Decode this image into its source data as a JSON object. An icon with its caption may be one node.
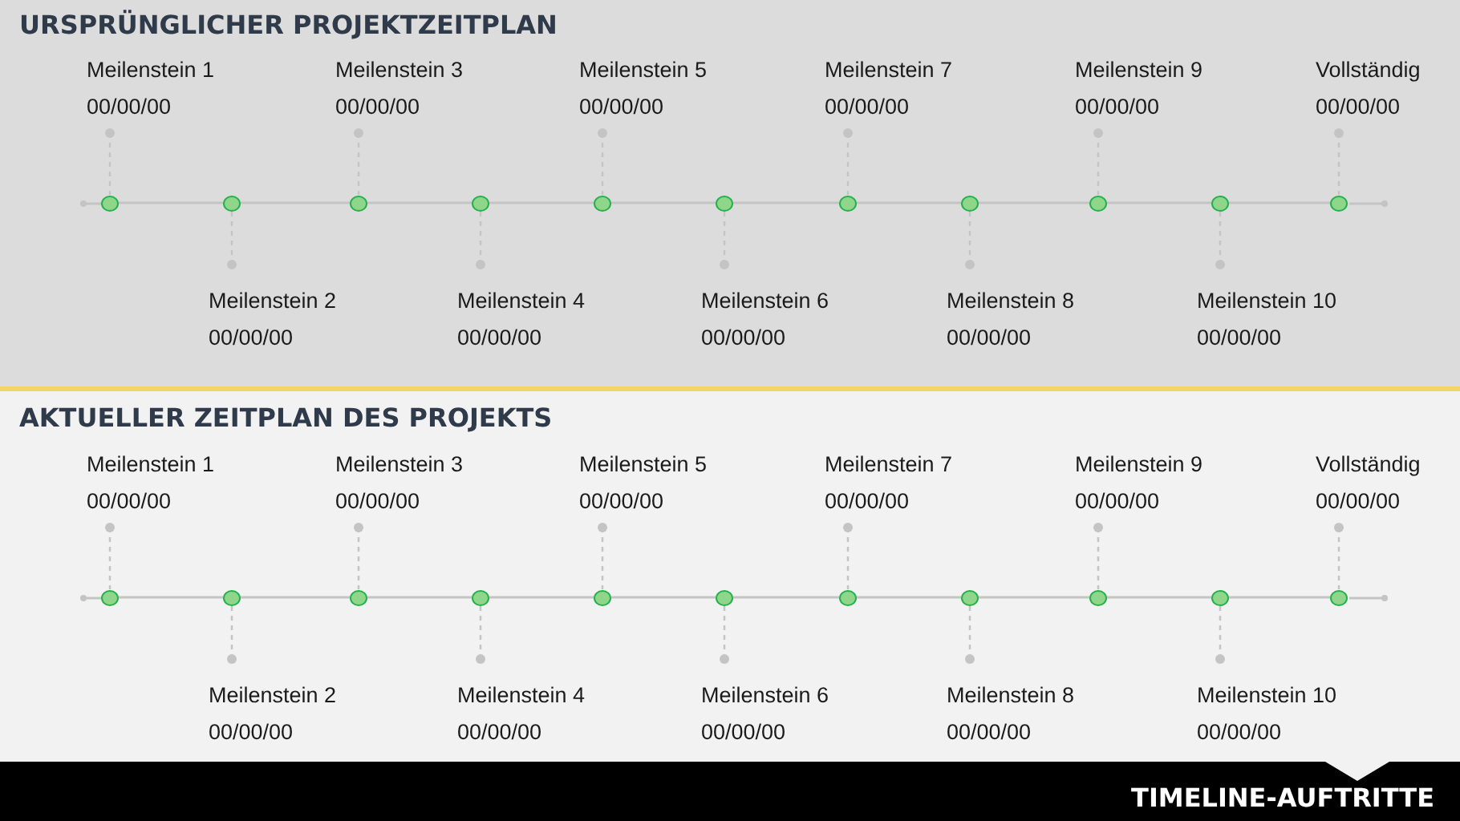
{
  "diagram": {
    "nodes": [
      {
        "text": [
          "URSPRÜNGLICHER PROJEKTZEITPLAN"
        ]
      },
      {
        "text": [
          "Meilenstein 1",
          "00/00/00"
        ],
        "in": 0
      },
      {
        "text": [
          "Meilenstein 2",
          "00/00/00"
        ],
        "in": 0
      },
      {
        "text": [
          "Meilenstein 3",
          "00/00/00"
        ],
        "in": 0
      },
      {
        "text": [
          "Meilenstein 4",
          "00/00/00"
        ],
        "in": 0
      },
      {
        "text": [
          "Meilenstein 5",
          "00/00/00"
        ],
        "in": 0
      },
      {
        "text": [
          "Meilenstein 6",
          "00/00/00"
        ],
        "in": 0
      },
      {
        "text": [
          "Meilenstein 7",
          "00/00/00"
        ],
        "in": 0
      },
      {
        "text": [
          "Meilenstein 8",
          "00/00/00"
        ],
        "in": 0
      },
      {
        "text": [
          "Meilenstein 9",
          "00/00/00"
        ],
        "in": 0
      },
      {
        "text": [
          "Meilenstein 10",
          "00/00/00"
        ],
        "in": 0
      },
      {
        "text": [
          "Vollständig",
          "00/00/00"
        ],
        "in": 0
      },
      {
        "text": [],
        "shape": "circle",
        "in": 0
      },
      {
        "text": [],
        "shape": "circle",
        "in": 0
      },
      {
        "text": [],
        "shape": "circle",
        "in": 0
      },
      {
        "text": [],
        "shape": "circle",
        "in": 0
      },
      {
        "text": [],
        "shape": "circle",
        "in": 0
      },
      {
        "text": [],
        "shape": "circle",
        "in": 0
      },
      {
        "text": [],
        "shape": "circle",
        "in": 0
      },
      {
        "text": [],
        "shape": "circle",
        "in": 0
      },
      {
        "text": [],
        "shape": "circle",
        "in": 0
      },
      {
        "text": [],
        "shape": "circle",
        "in": 0
      },
      {
        "text": [],
        "shape": "circle",
        "in": 0
      },
      {
        "text": [
          "AKTUELLER ZEITPLAN DES PROJEKTS"
        ]
      },
      {
        "text": [
          "Meilenstein 1",
          "00/00/00"
        ],
        "in": 23
      },
      {
        "text": [
          "Meilenstein 2",
          "00/00/00"
        ],
        "in": 23
      },
      {
        "text": [
          "Meilenstein 3",
          "00/00/00"
        ],
        "in": 23
      },
      {
        "text": [
          "Meilenstein 4",
          "00/00/00"
        ],
        "in": 23
      },
      {
        "text": [
          "Meilenstein 5",
          "00/00/00"
        ],
        "in": 23
      },
      {
        "text": [
          "Meilenstein 6",
          "00/00/00"
        ],
        "in": 23
      },
      {
        "text": [
          "Meilenstein 7",
          "00/00/00"
        ],
        "in": 23
      },
      {
        "text": [
          "Meilenstein 8",
          "00/00/00"
        ],
        "in": 23
      },
      {
        "text": [
          "Meilenstein 9",
          "00/00/00"
        ],
        "in": 23
      },
      {
        "text": [
          "Meilenstein 10",
          "00/00/00"
        ],
        "in": 23
      },
      {
        "text": [
          "Vollständig",
          "00/00/00"
        ],
        "in": 23
      },
      {
        "text": [],
        "shape": "circle",
        "in": 23
      },
      {
        "text": [],
        "shape": "circle",
        "in": 23
      },
      {
        "text": [],
        "shape": "circle",
        "in": 23
      },
      {
        "text": [],
        "shape": "circle",
        "in": 23
      },
      {
        "text": [],
        "shape": "circle",
        "in": 23
      },
      {
        "text": [],
        "shape": "circle",
        "in": 23
      },
      {
        "text": [],
        "shape": "circle",
        "in": 23
      },
      {
        "text": [],
        "shape": "circle",
        "in": 23
      },
      {
        "text": [],
        "shape": "circle",
        "in": 23
      },
      {
        "text": [],
        "shape": "circle",
        "in": 23
      },
      {
        "text": [],
        "shape": "circle",
        "in": 23
      }
    ],
    "edges": [
      {
        "from": 1,
        "to": 12,
        "arrow": "other",
        "style": "dashed"
      },
      {
        "from": 2,
        "to": 13,
        "arrow": "other",
        "style": "dashed"
      },
      {
        "from": 3,
        "to": 14,
        "arrow": "other",
        "style": "dashed"
      },
      {
        "from": 4,
        "to": 15,
        "arrow": "other",
        "style": "dashed"
      },
      {
        "from": 5,
        "to": 16,
        "arrow": "other",
        "style": "dashed"
      },
      {
        "from": 6,
        "to": 17,
        "arrow": "other",
        "style": "dashed"
      },
      {
        "from": 7,
        "to": 18,
        "arrow": "other",
        "style": "dashed"
      },
      {
        "from": 8,
        "to": 19,
        "arrow": "other",
        "style": "dashed"
      },
      {
        "from": 9,
        "to": 20,
        "arrow": "other",
        "style": "dashed"
      },
      {
        "from": 10,
        "to": 21,
        "arrow": "other",
        "style": "dashed"
      },
      {
        "from": 11,
        "to": 22,
        "arrow": "other",
        "style": "dashed"
      },
      {
        "from": 12,
        "to": 13,
        "arrow": "none"
      },
      {
        "from": 13,
        "to": 14,
        "arrow": "none"
      },
      {
        "from": 14,
        "to": 15,
        "arrow": "none"
      },
      {
        "from": 15,
        "to": 16,
        "arrow": "none"
      },
      {
        "from": 16,
        "to": 17,
        "arrow": "none"
      },
      {
        "from": 17,
        "to": 18,
        "arrow": "none"
      },
      {
        "from": 18,
        "to": 19,
        "arrow": "none"
      },
      {
        "from": 19,
        "to": 20,
        "arrow": "none"
      },
      {
        "from": 20,
        "to": 21,
        "arrow": "none"
      },
      {
        "from": 21,
        "to": 22,
        "arrow": "none"
      },
      {
        "from": 24,
        "to": 35,
        "arrow": "other",
        "style": "dashed"
      },
      {
        "from": 25,
        "to": 36,
        "arrow": "other",
        "style": "dashed"
      },
      {
        "from": 26,
        "to": 37,
        "arrow": "other",
        "style": "dashed"
      },
      {
        "from": 27,
        "to": 38,
        "arrow": "other",
        "style": "dashed"
      },
      {
        "from": 28,
        "to": 39,
        "arrow": "other",
        "style": "dashed"
      },
      {
        "from": 29,
        "to": 40,
        "arrow": "other",
        "style": "dashed"
      },
      {
        "from": 30,
        "to": 41,
        "arrow": "other",
        "style": "dashed"
      },
      {
        "from": 31,
        "to": 42,
        "arrow": "other",
        "style": "dashed"
      },
      {
        "from": 32,
        "to": 43,
        "arrow": "other",
        "style": "dashed"
      },
      {
        "from": 33,
        "to": 44,
        "arrow": "other",
        "style": "dashed"
      },
      {
        "from": 34,
        "to": 45,
        "arrow": "other",
        "style": "dashed"
      },
      {
        "from": 35,
        "to": 36,
        "arrow": "none"
      },
      {
        "from": 36,
        "to": 37,
        "arrow": "none"
      },
      {
        "from": 37,
        "to": 38,
        "arrow": "none"
      },
      {
        "from": 38,
        "to": 39,
        "arrow": "none"
      },
      {
        "from": 39,
        "to": 40,
        "arrow": "none"
      },
      {
        "from": 40,
        "to": 41,
        "arrow": "none"
      },
      {
        "from": 41,
        "to": 42,
        "arrow": "none"
      },
      {
        "from": 42,
        "to": 43,
        "arrow": "none"
      },
      {
        "from": 43,
        "to": 44,
        "arrow": "none"
      },
      {
        "from": 44,
        "to": 45,
        "arrow": "none"
      }
    ],
    "labels": [
      "TIMELINE-AUFTRITTE"
    ]
  }
}
